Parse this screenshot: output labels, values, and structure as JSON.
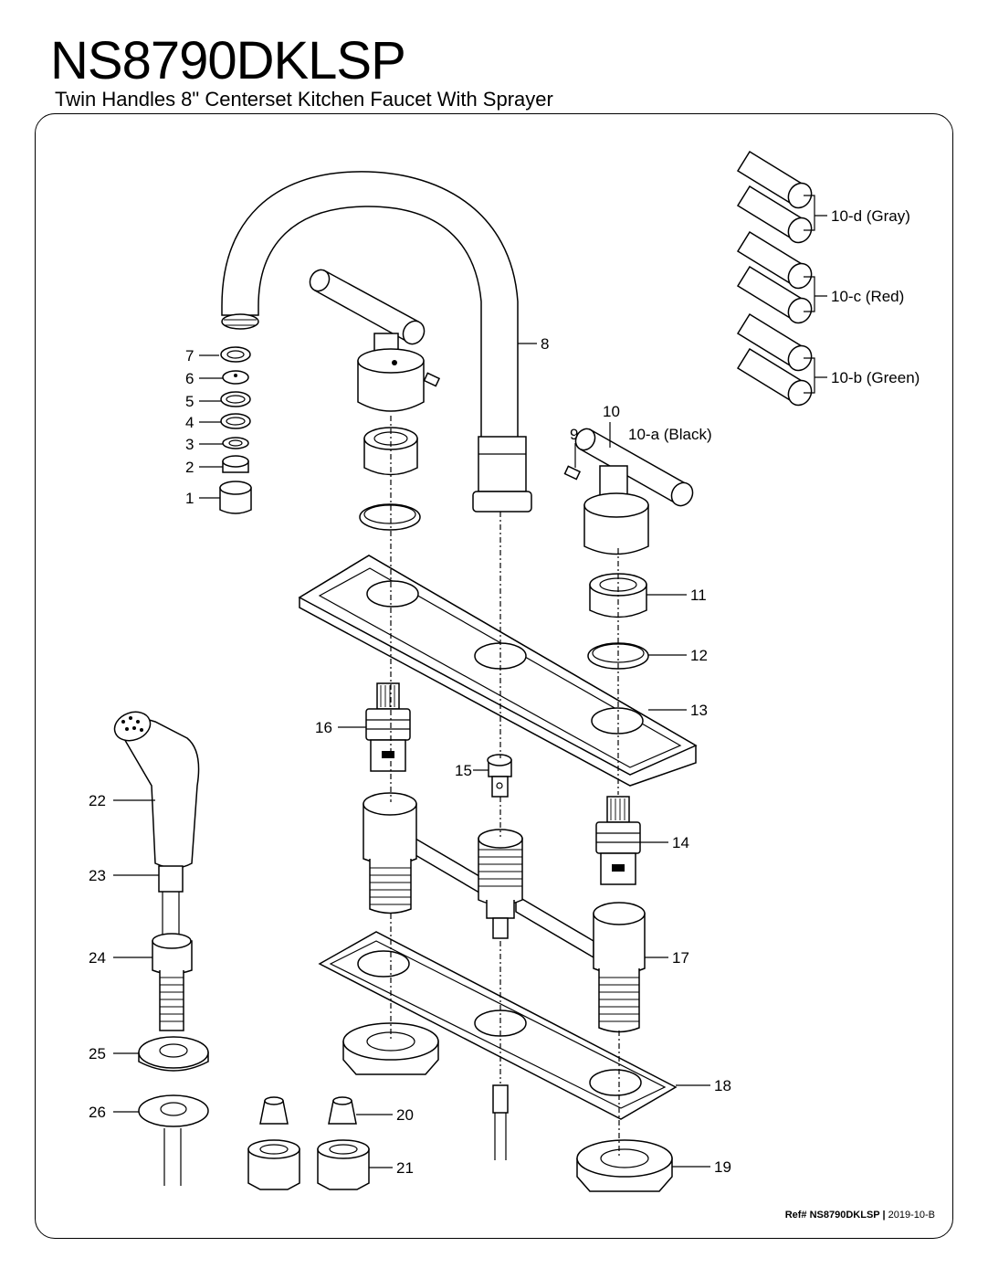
{
  "header": {
    "model": "NS8790DKLSP",
    "description": "Twin Handles 8\" Centerset Kitchen Faucet With Sprayer"
  },
  "labels": {
    "p1": "1",
    "p2": "2",
    "p3": "3",
    "p4": "4",
    "p5": "5",
    "p6": "6",
    "p7": "7",
    "p8": "8",
    "p9": "9",
    "p10": "10",
    "p10a": "10-a (Black)",
    "p10b": "10-b (Green)",
    "p10c": "10-c (Red)",
    "p10d": "10-d (Gray)",
    "p11": "11",
    "p12": "12",
    "p13": "13",
    "p14": "14",
    "p15": "15",
    "p16": "16",
    "p17": "17",
    "p18": "18",
    "p19": "19",
    "p20": "20",
    "p21": "21",
    "p22": "22",
    "p23": "23",
    "p24": "24",
    "p25": "25",
    "p26": "26"
  },
  "footer": {
    "ref_label": "Ref# NS8790DKLSP",
    "ref_code": "2019-10-B"
  }
}
